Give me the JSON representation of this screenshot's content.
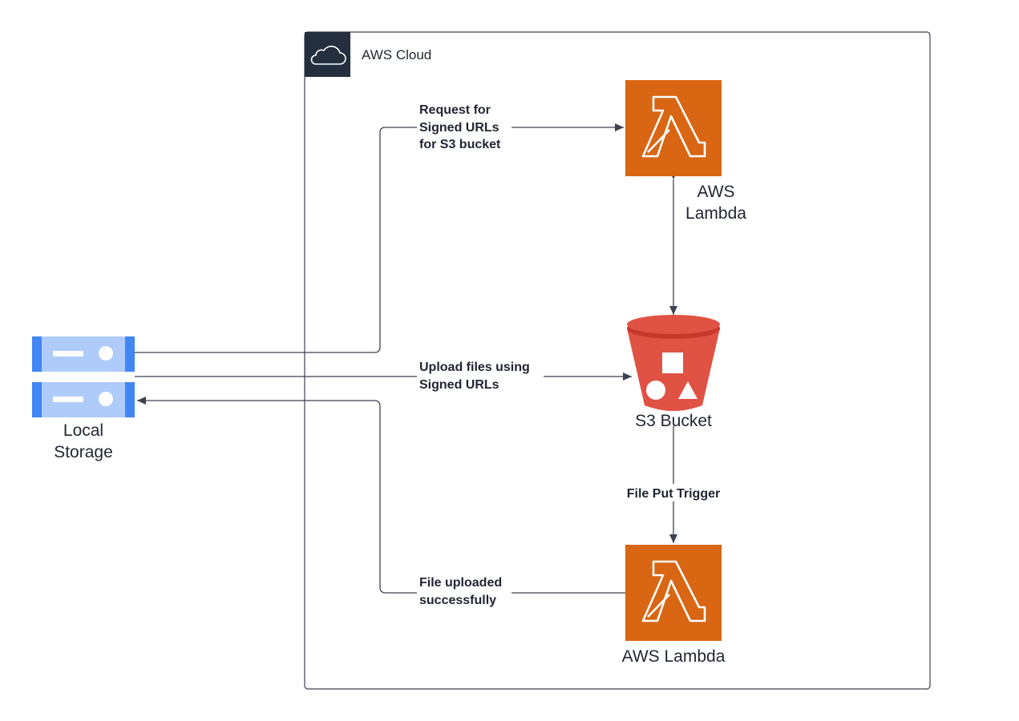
{
  "cloud": {
    "title": "AWS Cloud"
  },
  "nodes": {
    "local_storage": {
      "label_lines": [
        "Local",
        "Storage"
      ]
    },
    "lambda_top": {
      "label_lines": [
        "AWS",
        "Lambda"
      ]
    },
    "s3_bucket": {
      "label": "S3 Bucket"
    },
    "lambda_bottom": {
      "label": "AWS Lambda"
    }
  },
  "edges": {
    "request_signed_urls": {
      "label_lines": [
        "Request for",
        "Signed URLs",
        "for S3 bucket"
      ]
    },
    "upload_files": {
      "label_lines": [
        "Upload files using",
        "Signed URLs"
      ]
    },
    "file_put_trigger": {
      "label": "File Put Trigger"
    },
    "file_uploaded": {
      "label_lines": [
        "File uploaded",
        "successfully"
      ]
    }
  },
  "colors": {
    "lambda_orange": "#d86613",
    "s3_red": "#e05243",
    "storage_blue": "#aecbfa",
    "storage_edge_blue": "#4285f4",
    "cloud_header": "#232f3e",
    "line": "#3d4252"
  },
  "icons": [
    "cloud-icon",
    "lambda-icon",
    "s3-bucket-icon",
    "server-icon"
  ]
}
